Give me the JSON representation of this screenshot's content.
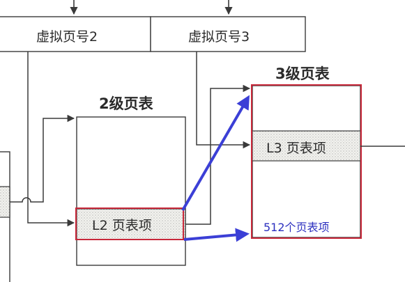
{
  "vpn_boxes": {
    "vpn2": "虚拟页号2",
    "vpn3": "虚拟页号3"
  },
  "tables": {
    "l2_title": "2级页表",
    "l3_title": "3级页表",
    "l2_entry": "L2 页表项",
    "l3_entry": "L3 页表项",
    "l3_note": "512个页表项"
  },
  "colors": {
    "line": "#3a3a3a",
    "highlight_border": "#c8283a",
    "arrow_blue": "#3b3fd6",
    "note_blue": "#2b2fbf",
    "dotted_fill": "#eeeeea"
  }
}
